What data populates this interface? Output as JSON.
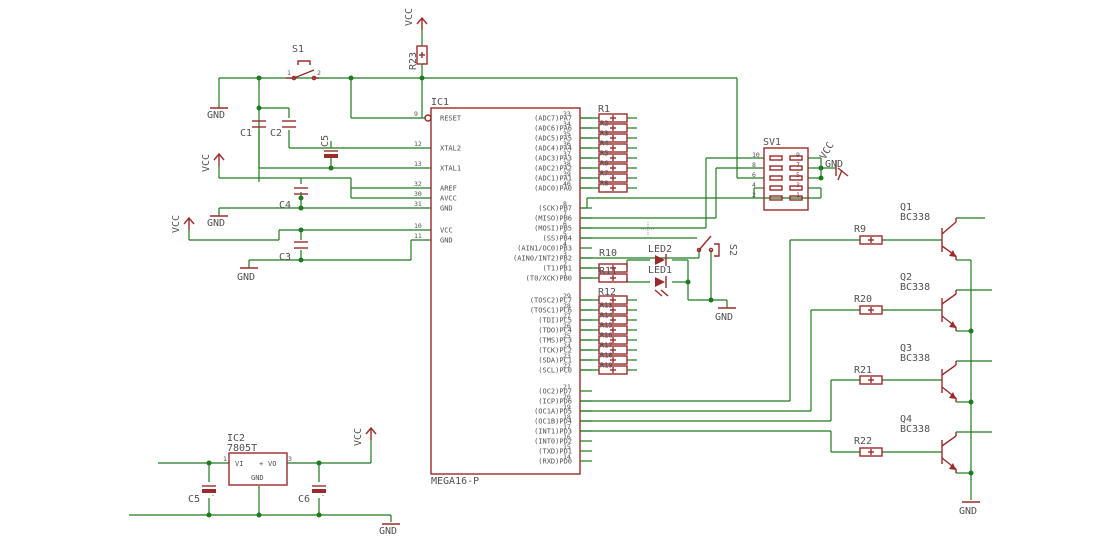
{
  "labels": {
    "vcc": "VCC",
    "gnd": "GND",
    "s1": "S1",
    "s2": "S2",
    "r23": "R23",
    "r1": "R1",
    "r10": "R10",
    "r11": "R11",
    "r12": "R12",
    "r9": "R9",
    "r20": "R20",
    "r21": "R21",
    "r22": "R22",
    "c1": "C1",
    "c2": "C2",
    "c3": "C3",
    "c4": "C4",
    "c5": "C5",
    "c6": "C6",
    "ic1": "IC1",
    "ic1_value": "MEGA16-P",
    "ic2": "IC2",
    "ic2_value": "7805T",
    "sv1": "SV1",
    "led2": "LED2",
    "led1": "LED1",
    "q1": "Q1",
    "q2": "Q2",
    "q3": "Q3",
    "q4": "Q4",
    "bc338": "BC338",
    "ic2_vi": "VI",
    "ic2_vo": "VO",
    "ic2_gnd": "GND"
  },
  "ic1_left_pins": [
    {
      "name": "RESET",
      "num": "9"
    },
    {
      "name": "XTAL2",
      "num": "12"
    },
    {
      "name": "XTAL1",
      "num": "13"
    },
    {
      "name": "AREF",
      "num": "32"
    },
    {
      "name": "AVCC",
      "num": "30"
    },
    {
      "name": "GND",
      "num": "31"
    },
    {
      "name": "VCC",
      "num": "10"
    },
    {
      "name": "GND",
      "num": "11"
    }
  ],
  "ic1_right_pins": [
    {
      "name": "(ADC7)PA7",
      "num": "33"
    },
    {
      "name": "(ADC6)PA6",
      "num": "34"
    },
    {
      "name": "(ADC5)PA5",
      "num": "35"
    },
    {
      "name": "(ADC4)PA4",
      "num": "36"
    },
    {
      "name": "(ADC3)PA3",
      "num": "37"
    },
    {
      "name": "(ADC2)PA2",
      "num": "38"
    },
    {
      "name": "(ADC1)PA1",
      "num": "39"
    },
    {
      "name": "(ADC0)PA0",
      "num": "40"
    },
    {
      "name": "(SCK)PB7",
      "num": "8"
    },
    {
      "name": "(MISO)PB6",
      "num": "7"
    },
    {
      "name": "(MOSI)PB5",
      "num": "6"
    },
    {
      "name": "(SS)PB4",
      "num": "5"
    },
    {
      "name": "(AIN1/OC0)PB3",
      "num": "4"
    },
    {
      "name": "(AIN0/INT2)PB2",
      "num": "3"
    },
    {
      "name": "(T1)PB1",
      "num": "2"
    },
    {
      "name": "(T0/XCK)PB0",
      "num": "1"
    },
    {
      "name": "(TOSC2)PC7",
      "num": "29"
    },
    {
      "name": "(TOSC1)PC6",
      "num": "28"
    },
    {
      "name": "(TDI)PC5",
      "num": "27"
    },
    {
      "name": "(TDO)PC4",
      "num": "26"
    },
    {
      "name": "(TMS)PC3",
      "num": "25"
    },
    {
      "name": "(TCK)PC2",
      "num": "24"
    },
    {
      "name": "(SDA)PC1",
      "num": "23"
    },
    {
      "name": "(SCL)PC0",
      "num": "22"
    },
    {
      "name": "(OC2)PD7",
      "num": "21"
    },
    {
      "name": "(ICP)PD6",
      "num": "20"
    },
    {
      "name": "(OC1A)PD5",
      "num": "19"
    },
    {
      "name": "(OC1B)PD4",
      "num": "18"
    },
    {
      "name": "(INT1)PD3",
      "num": "17"
    },
    {
      "name": "(INT0)PD2",
      "num": "16"
    },
    {
      "name": "(TXD)PD1",
      "num": "15"
    },
    {
      "name": "(RXD)PD0",
      "num": "14"
    }
  ],
  "r1_labels": [
    "R2",
    "R3",
    "R4",
    "R5",
    "R6",
    "R7",
    "R8"
  ],
  "r12_labels": [
    "R13",
    "R14",
    "R15",
    "R16",
    "R17",
    "R18",
    "R19"
  ],
  "sv1_left_pins": [
    "10",
    "8",
    "6",
    "4",
    "2"
  ],
  "sv1_right_pins": [
    "9",
    "7",
    "5",
    "3",
    "1"
  ],
  "colors": {
    "wire": "#1e7a1e",
    "part": "#9a2b2b",
    "text": "#505050"
  }
}
